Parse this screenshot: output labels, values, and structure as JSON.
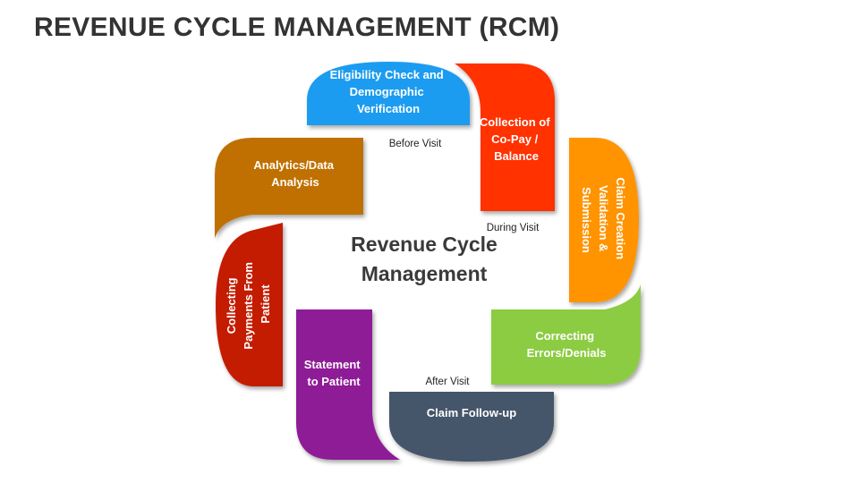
{
  "title": "REVENUE CYCLE MANAGEMENT (RCM)",
  "center": {
    "line1": "Revenue Cycle",
    "line2": "Management"
  },
  "phases": {
    "before": "Before Visit",
    "during": "During Visit",
    "after": "After Visit"
  },
  "steps": [
    {
      "id": "eligibility",
      "lines": [
        "Eligibility Check and",
        "Demographic",
        "Verification"
      ],
      "color": "#1b9cf0"
    },
    {
      "id": "copay",
      "lines": [
        "Collection of",
        "Co-Pay /",
        "Balance"
      ],
      "color": "#ff3000"
    },
    {
      "id": "claim-creation",
      "lines": [
        "Claim Creation",
        "Validation &",
        "Submission"
      ],
      "color": "#ff9400"
    },
    {
      "id": "correcting",
      "lines": [
        "Correcting",
        "Errors/Denials"
      ],
      "color": "#8ccc42"
    },
    {
      "id": "follow-up",
      "lines": [
        "Claim Follow-up"
      ],
      "color": "#44546a"
    },
    {
      "id": "statement",
      "lines": [
        "Statement",
        "to Patient"
      ],
      "color": "#8e1f96"
    },
    {
      "id": "collecting",
      "lines": [
        "Collecting",
        "Payments From",
        "Patient"
      ],
      "color": "#c41a00"
    },
    {
      "id": "analytics",
      "lines": [
        "Analytics/Data",
        "Analysis"
      ],
      "color": "#c07000"
    }
  ]
}
